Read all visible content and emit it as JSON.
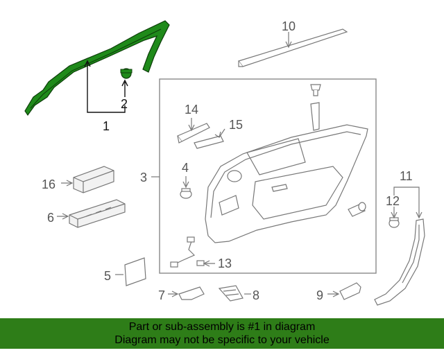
{
  "colors": {
    "highlight_part": "#1f8a1a",
    "banner_background": "#2e7d18",
    "line_gray": "#777777"
  },
  "callouts": {
    "c1": "1",
    "c2": "2",
    "c3": "3",
    "c4": "4",
    "c5": "5",
    "c6": "6",
    "c7": "7",
    "c8": "8",
    "c9": "9",
    "c10": "10",
    "c11": "11",
    "c12": "12",
    "c13": "13",
    "c14": "14",
    "c15": "15",
    "c16": "16"
  },
  "banner": {
    "line1": "Part or sub-assembly is #1 in diagram",
    "line2": "Diagram may not be specific to your vehicle"
  }
}
